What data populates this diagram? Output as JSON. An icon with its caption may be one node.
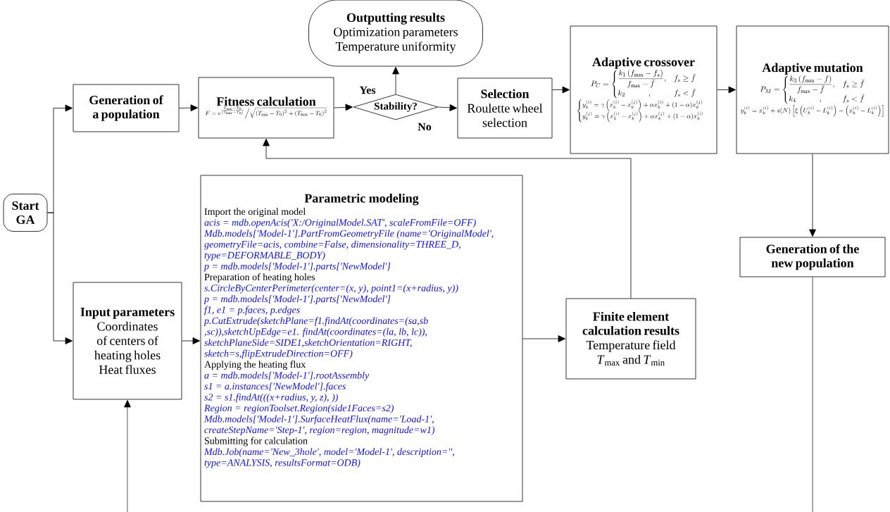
{
  "diagram": {
    "nodes": [
      {
        "text": [
          "Start GA"
        ]
      },
      {
        "text": [
          "Generation of a population"
        ]
      },
      {
        "text": [
          "Fitness calculation",
          "F = e^{\\frac{T_{\\min}-T_0}{\\left|T_{\\max}-T_0\\right|}} \\Big/ \\sqrt{\\left(T_{\\min}-T_0\\right)^2+\\left(T_{\\max}-T_0\\right)^2}"
        ]
      },
      {
        "text": [
          "Stability?"
        ]
      },
      {
        "text": [
          "Outputting results",
          "Optimization parameters",
          "Temperature uniformity"
        ]
      },
      {
        "text": [
          "Selection",
          "Roulette wheel selection"
        ]
      },
      {
        "text": [
          "Adaptive crossover",
          "P_C = \\begin{cases} \\dfrac{k_1\\left(f_{\\max}-f_s\\right)}{f_{\\max}-\\bar{f}}, & f_s \\geq \\bar{f} \\\\ k_2 \\qquad\\quad , & f_s < \\bar{f} \\end{cases}",
          "\\begin{cases} y_k^{(i)} = \\gamma\\left(x_k^{(i)}-x_k^{(j)}\\right)+\\alpha x_k^{(i)}+(1-\\alpha)x_k^{(j)} \\\\ y_k^{(j)} = \\gamma\\left(x_k^{(i)}-x_k^{(j)}\\right)+\\alpha x_k^{(j)}+(1-\\alpha)x_k^{(i)} \\end{cases}"
        ]
      },
      {
        "text": [
          "Adaptive mutation",
          "P_M = \\begin{cases} \\dfrac{k_3\\left(f_{\\max}-f\\right)}{f_{\\max}-\\bar{f}}, & f_s \\geq \\bar{f} \\\\ k_4 \\qquad\\quad , & f_s < \\bar{f} \\end{cases}",
          "y_k^{(i)} = x_k^{(i)} + s(N)\\left[\\xi\\left(U_k^{(i)}-L_k^{(i)}\\right)-\\left(x_k^{(i)}-L_k^{(i)}\\right)\\right]"
        ]
      },
      {
        "text": [
          "Generation of the new population"
        ]
      },
      {
        "text": [
          "Input parameters",
          "Coordinates of centers of heating holes",
          "Heat fluxes"
        ]
      },
      {
        "text": [
          "Parametric modeling",
          "Import the original model",
          "acis = mdb.openAcis('X:/OriginalModel.SAT', scaleFromFile=OFF)",
          "Mdb.models['Model-1'].PartFromGeometryFile (name='OriginalModel', geometryFile=acis, combine=False, dimensionality=THREE_D, type=DEFORMABLE_BODY)",
          "p = mdb.models['Model-1'].parts['NewModel']",
          "Preparation of heating holes",
          "s.CircleByCenterPerimeter(center=(x, y), point1=(x+radius, y))",
          "p = mdb.models['Model-1'].parts['NewModel']",
          "f1, e1 = p.faces, p.edges",
          "p.CutExtrude(sketchPlane=f1.findAt(coordinates=(sa,sb ,sc)),sketchUpEdge=e1. findAt(coordinates=(la, lb, lc)), sketchPlaneSide=SIDE1,sketchOrientation=RIGHT, sketch=s,flipExtrudeDirection=OFF)",
          "Applying the heating flux",
          "a = mdb.models['Model-1'].rootAssembly",
          "s1 = a.instances['NewModel'].faces",
          "s2 = s1.findAt(((x+radius, y, z), ))",
          "Region = regionToolset.Region(side1Faces=s2)",
          "Mdb.models['Model-1'].SurfaceHeatFlux(name='Load-1', createStepName='Step-1', region=region, magnitude=w1)",
          "Submitting for calculation",
          "Mdb.Job(name='New_3hole', model='Model-1', description='', type=ANALYSIS, resultsFormat=ODB)"
        ]
      },
      {
        "text": [
          "Finite element calculation results",
          "Temperature field",
          "*T*$_{max}$ and *T*$_{min}$"
        ]
      }
    ],
    "edges": [
      {
        "from": 0,
        "to": 1,
        "arrow": "to"
      },
      {
        "from": 0,
        "to": 9,
        "arrow": "to"
      },
      {
        "from": 1,
        "to": 2,
        "arrow": "to"
      },
      {
        "from": 2,
        "to": 3,
        "arrow": "to"
      },
      {
        "from": 3,
        "to": 4,
        "arrow": "to",
        "label": "Yes"
      },
      {
        "from": 3,
        "to": 5,
        "arrow": "to",
        "label": "No"
      },
      {
        "from": 5,
        "to": 6,
        "arrow": "to"
      },
      {
        "from": 6,
        "to": 7,
        "arrow": "to"
      },
      {
        "from": 7,
        "to": 8,
        "arrow": "to"
      },
      {
        "from": 8,
        "to": null,
        "arrow": "none"
      },
      {
        "from": null,
        "to": 9,
        "arrow": "to"
      },
      {
        "from": 9,
        "to": 10,
        "arrow": "to"
      },
      {
        "from": 10,
        "to": 11,
        "arrow": "to"
      },
      {
        "from": 11,
        "to": 2,
        "arrow": "to"
      }
    ]
  }
}
